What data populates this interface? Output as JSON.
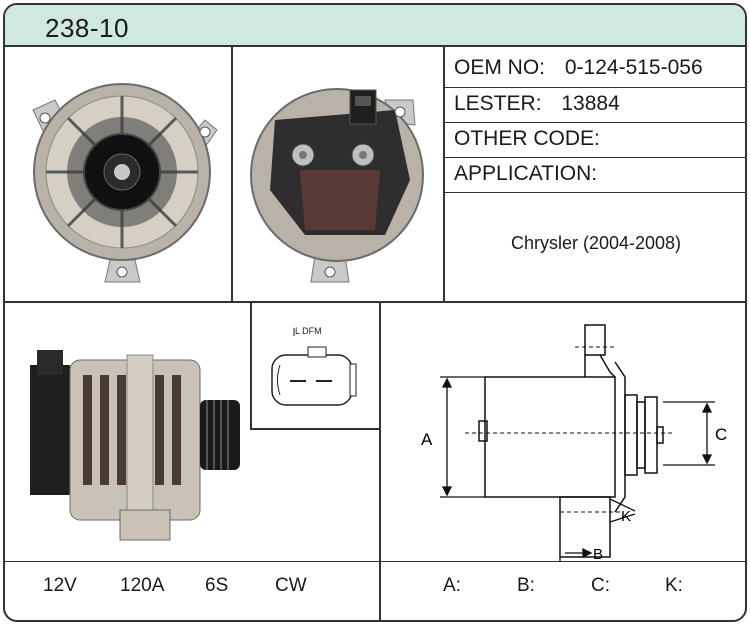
{
  "header": {
    "title": "238-10"
  },
  "specs": {
    "oem_label": "OEM NO:",
    "oem_value": "0-124-515-056",
    "lester_label": "LESTER:",
    "lester_value": "13884",
    "other_code_label": "OTHER CODE:",
    "application_label": "APPLICATION:",
    "application_value": "Chrysler (2004-2008)"
  },
  "connector": {
    "label": "L DFM"
  },
  "footer": {
    "voltage": "12V",
    "amperage": "120A",
    "pulley": "6S",
    "rotation": "CW",
    "dim_a": "A:",
    "dim_b": "B:",
    "dim_c": "C:",
    "dim_k": "K:"
  },
  "diagram_labels": {
    "a": "A",
    "b": "B",
    "c": "C",
    "k": "K"
  },
  "colors": {
    "header_bg": "#cfe8e0",
    "border": "#333333"
  }
}
